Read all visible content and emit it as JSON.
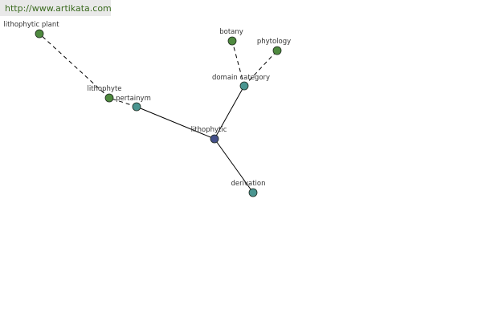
{
  "source_url": "http://www.artikata.com",
  "colors": {
    "background": "#ffffff",
    "url_band": "#e9e9e9",
    "url_text": "#3a6a1e",
    "center_node": "#45508a",
    "related_node": "#4a9590",
    "leaf_node": "#4f8a3f",
    "edge": "#000000"
  },
  "nodes": [
    {
      "id": "lithophytic",
      "label": "lithophytic",
      "kind": "center"
    },
    {
      "id": "pertainym",
      "label": "pertainym",
      "kind": "related"
    },
    {
      "id": "domain_category",
      "label": "domain category",
      "kind": "related"
    },
    {
      "id": "derivation",
      "label": "derivation",
      "kind": "related"
    },
    {
      "id": "lithophyte",
      "label": "lithophyte",
      "kind": "leaf"
    },
    {
      "id": "lithophytic_plant",
      "label": "lithophytic plant",
      "kind": "leaf"
    },
    {
      "id": "botany",
      "label": "botany",
      "kind": "leaf"
    },
    {
      "id": "phytology",
      "label": "phytology",
      "kind": "leaf"
    }
  ],
  "edges": [
    {
      "from": "lithophytic",
      "to": "pertainym",
      "style": "solid"
    },
    {
      "from": "lithophytic",
      "to": "domain_category",
      "style": "solid"
    },
    {
      "from": "lithophytic",
      "to": "derivation",
      "style": "solid"
    },
    {
      "from": "pertainym",
      "to": "lithophyte",
      "style": "dashed"
    },
    {
      "from": "lithophyte",
      "to": "lithophytic_plant",
      "style": "dashed"
    },
    {
      "from": "domain_category",
      "to": "botany",
      "style": "dashed"
    },
    {
      "from": "domain_category",
      "to": "phytology",
      "style": "dashed"
    }
  ]
}
